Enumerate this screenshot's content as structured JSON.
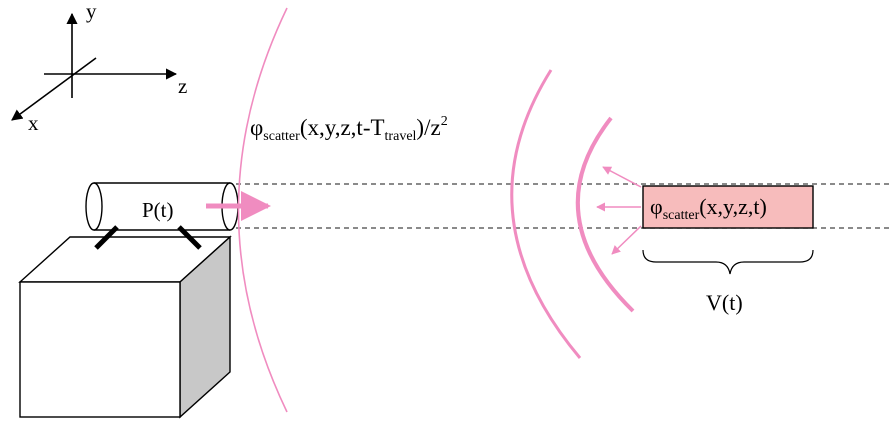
{
  "axes": {
    "y_label": "y",
    "z_label": "z",
    "x_label": "x"
  },
  "source": {
    "power_label": "P(t)"
  },
  "wavefront": {
    "phi": "φ",
    "phi_subscript": "scatter",
    "args_prefix": "(x,y,z,t-T",
    "travel_subscript": "travel",
    "args_suffix": ")/z",
    "exponent": "2"
  },
  "scatterer": {
    "phi": "φ",
    "phi_subscript": "scatter",
    "args": "(x,y,z,t)",
    "volume_label": "V(t)"
  },
  "colors": {
    "pink_line": "#f08cc0",
    "pink_fill": "#f7bcbc",
    "gray_face": "#c8c8c8"
  }
}
